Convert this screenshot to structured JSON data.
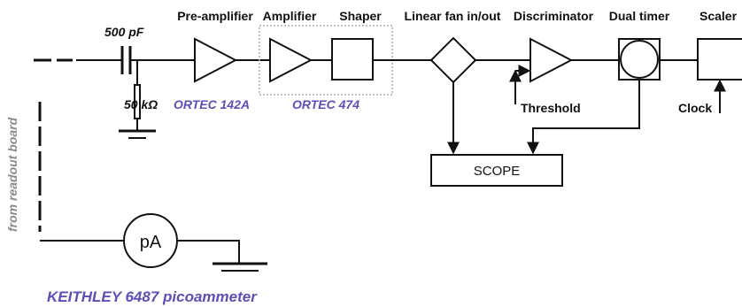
{
  "labels": {
    "preamp": "Pre-amplifier",
    "amplifier": "Amplifier",
    "shaper": "Shaper",
    "linear_fan": "Linear fan in/out",
    "discriminator": "Discriminator",
    "dual_timer": "Dual timer",
    "scaler": "Scaler",
    "capacitor": "500 pF",
    "resistor": "50 kΩ",
    "threshold": "Threshold",
    "clock": "Clock",
    "scope": "SCOPE",
    "picoammeter_symbol": "pA",
    "preamp_model": "ORTEC 142A",
    "amp_model": "ORTEC 474",
    "picoammeter": "KEITHLEY 6487 picoammeter",
    "from_board": "from readout board"
  },
  "colors": {
    "model_text": "#5b4fb8",
    "side_text": "#8a8a8a",
    "group_border": "#aaaaaa"
  }
}
